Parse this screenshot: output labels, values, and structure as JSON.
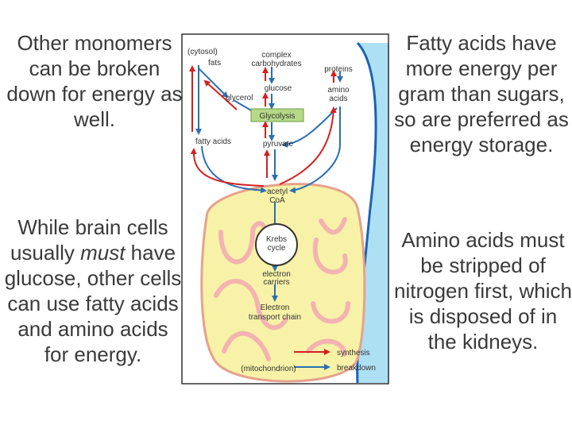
{
  "text": {
    "left_top": "Other monomers can be broken down for energy as well.",
    "left_bottom_pre": "While brain cells usually ",
    "left_bottom_em": "must",
    "left_bottom_post": " have glucose, other cells can use fatty acids and amino acids for energy.",
    "right_top": "Fatty acids have more energy per gram than sugars, so are preferred as energy storage.",
    "right_bottom": "Amino acids must be stripped of nitrogen first, which is disposed of in the kidneys."
  },
  "diagram": {
    "labels": {
      "cytosol": "(cytosol)",
      "fats": "fats",
      "complex_1": "complex",
      "complex_2": "carbohydrates",
      "proteins": "proteins",
      "glucose": "glucose",
      "glycerol": "glycerol",
      "amino_1": "amino",
      "amino_2": "acids",
      "glycolysis": "Glycolysis",
      "fatty_acids": "fatty acids",
      "pyruvate": "pyruvate",
      "acetyl_1": "acetyl",
      "acetyl_2": "CoA",
      "krebs_1": "Krebs",
      "krebs_2": "cycle",
      "electron_1": "electron",
      "electron_2": "carriers",
      "etc_1": "Electron",
      "etc_2": "transport chain",
      "mitochondrion": "(mitochondrion)"
    },
    "legend": {
      "synthesis": "synthesis",
      "breakdown": "breakdown"
    },
    "colors": {
      "synthesis": "#d42020",
      "breakdown": "#2a6fb0",
      "cytosol_fill": "#aee0f4",
      "membrane": "#1a62b8",
      "mitochondrion": "#f8f2a8",
      "cristae": "#f3b3b0"
    }
  }
}
